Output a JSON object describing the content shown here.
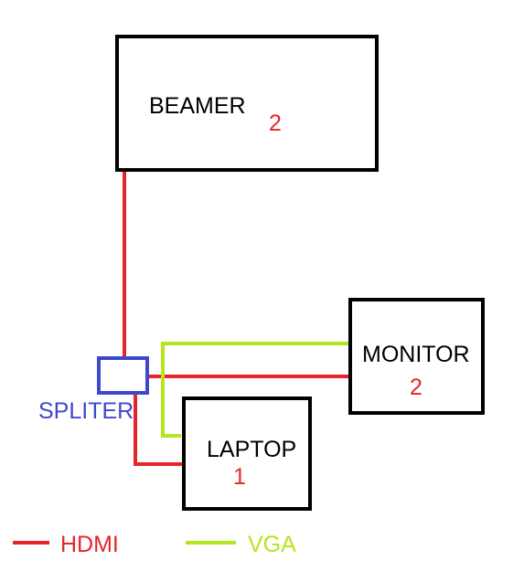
{
  "nodes": {
    "beamer": {
      "label": "BEAMER",
      "number": "2"
    },
    "monitor": {
      "label": "MONITOR",
      "number": "2"
    },
    "laptop": {
      "label": "LAPTOP",
      "number": "1"
    },
    "splitter": {
      "label": "SPLITER"
    }
  },
  "legend": {
    "hdmi": {
      "label": "HDMI",
      "color": "#e8242b"
    },
    "vga": {
      "label": "VGA",
      "color": "#b5e51d"
    }
  },
  "colors": {
    "box_border": "#000000",
    "number": "#e8242b",
    "splitter": "#3f48cc"
  },
  "connections": [
    {
      "from": "beamer",
      "to": "splitter",
      "type": "HDMI"
    },
    {
      "from": "splitter",
      "to": "monitor",
      "type": "HDMI"
    },
    {
      "from": "splitter",
      "to": "laptop",
      "type": "HDMI"
    },
    {
      "from": "laptop",
      "to": "monitor",
      "type": "VGA"
    }
  ]
}
